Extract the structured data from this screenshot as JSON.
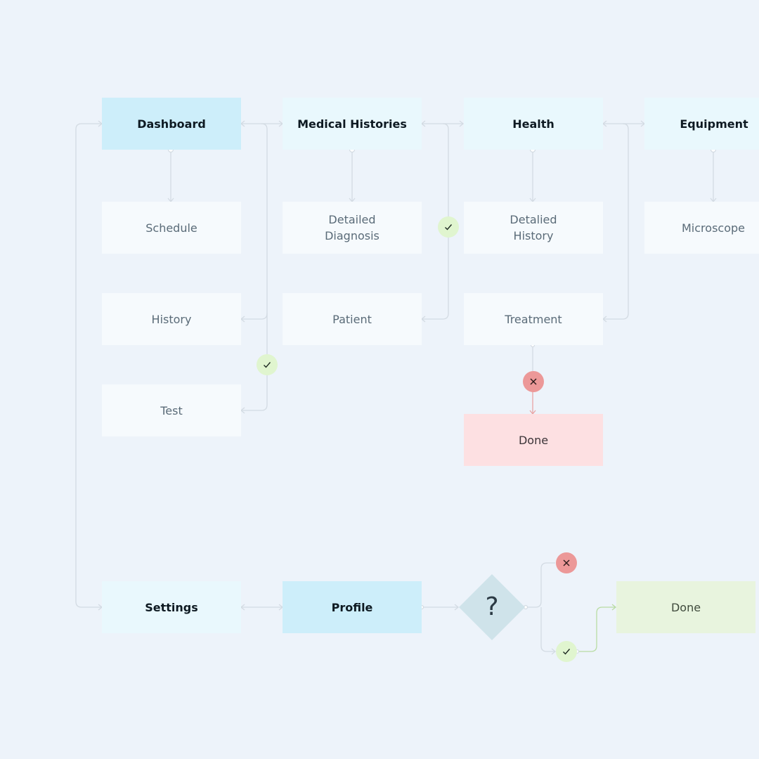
{
  "nodes": {
    "dashboard": "Dashboard",
    "medical_histories": "Medical Histories",
    "health": "Health",
    "equipment": "Equipment",
    "schedule": "Schedule",
    "detailed_diagnosis": "Detailed Diagnosis",
    "detalied_history": "Detalied History",
    "microscope": "Microscope",
    "history": "History",
    "patient": "Patient",
    "treatment": "Treatment",
    "test": "Test",
    "done_red": "Done",
    "settings": "Settings",
    "profile": "Profile",
    "decision": "?",
    "done_green": "Done"
  },
  "icons": {
    "check": "check-icon",
    "cross": "close-icon"
  },
  "colors": {
    "background": "#edf3fa",
    "main_node": "#e9f8fd",
    "highlight_node": "#cdeefa",
    "sub_node": "#f6fafd",
    "done_red": "#fde0e2",
    "done_green": "#e8f4de",
    "check_badge": "#e0f5cf",
    "cross_badge": "#ec9898",
    "decision": "#cfe3ea",
    "connector": "#d3dbe3",
    "red_connector": "#e9a3a3",
    "green_connector": "#b9dca3"
  }
}
